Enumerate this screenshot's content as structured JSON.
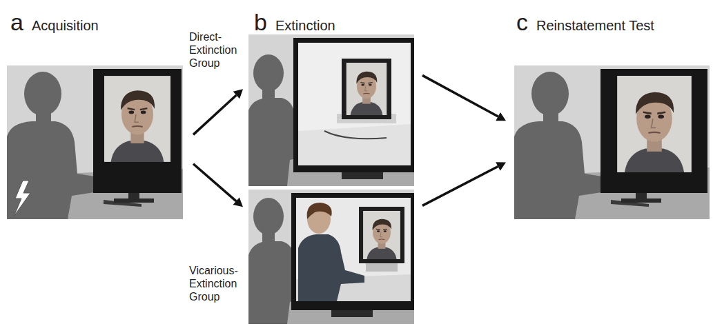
{
  "diagram": {
    "nodes": [
      {
        "text": [
          "a",
          "Acquisition"
        ]
      },
      {
        "text": [
          "b",
          "Extinction",
          "Direct-Extinction Group"
        ]
      },
      {
        "text": [
          "Vicarious-Extinction Group"
        ]
      },
      {
        "text": [
          "c",
          "Reinstatement Test"
        ]
      }
    ],
    "edges": [
      {
        "from": 0,
        "to": 1,
        "arrow": "to"
      },
      {
        "from": 0,
        "to": 2,
        "arrow": "to"
      },
      {
        "from": 1,
        "to": 3,
        "arrow": "to"
      },
      {
        "from": 2,
        "to": 3,
        "arrow": "to"
      }
    ]
  }
}
